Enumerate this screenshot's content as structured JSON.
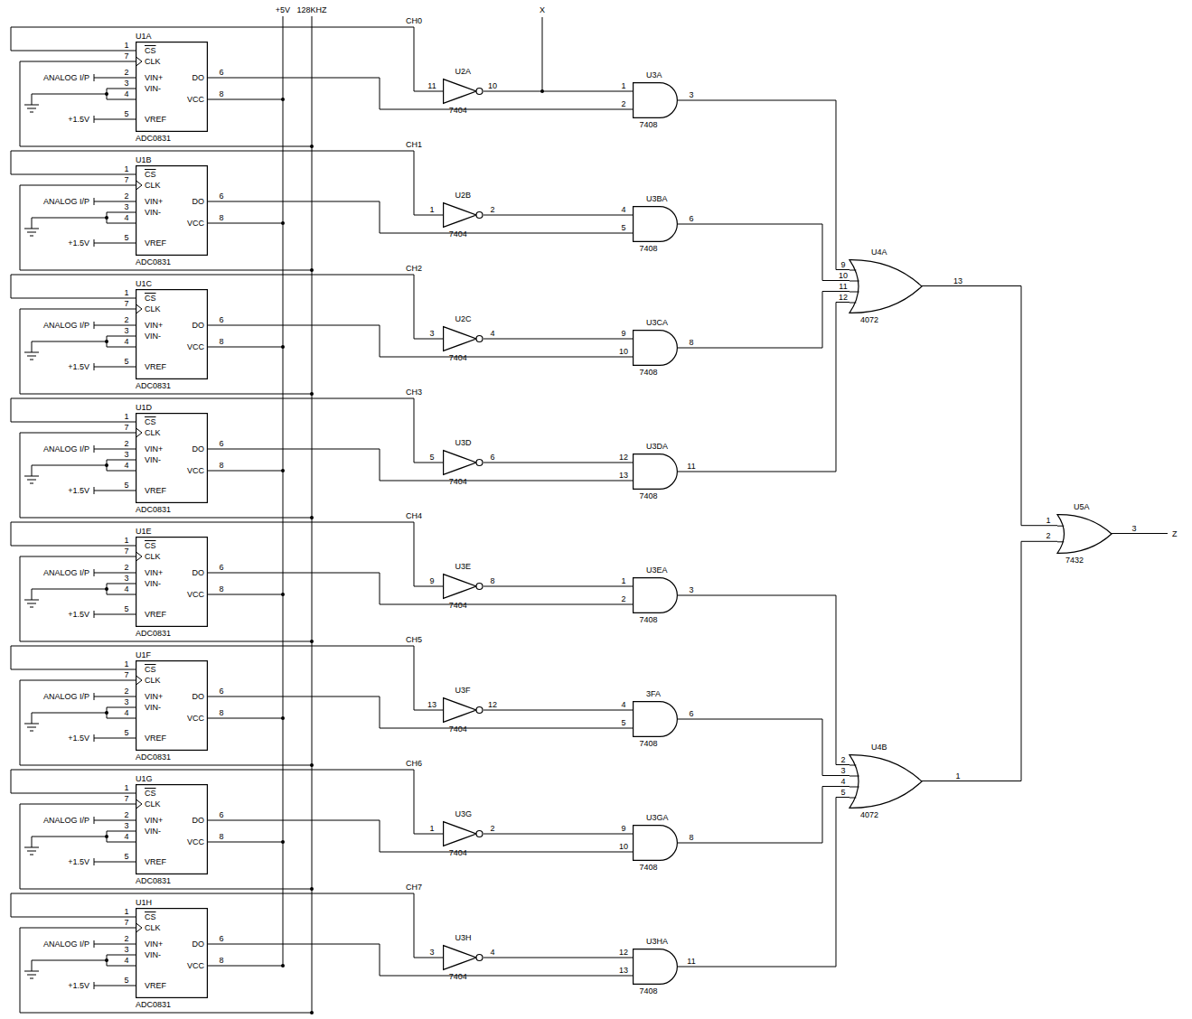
{
  "diagram": {
    "nodes": [
      {
        "text": [
          "U1A",
          "CS",
          "CLK",
          "VIN+",
          "VIN-",
          "VREF",
          "DO",
          "VCC",
          "ADC0831"
        ]
      },
      {
        "text": [
          "U2A",
          "7404"
        ]
      },
      {
        "text": [
          "U3A",
          "7408"
        ]
      },
      {
        "text": [
          "U1B",
          "CS",
          "CLK",
          "VIN+",
          "VIN-",
          "VREF",
          "DO",
          "VCC",
          "ADC0831"
        ]
      },
      {
        "text": [
          "U2B",
          "7404"
        ]
      },
      {
        "text": [
          "U3BA",
          "7408"
        ]
      },
      {
        "text": [
          "U1C",
          "CS",
          "CLK",
          "VIN+",
          "VIN-",
          "VREF",
          "DO",
          "VCC",
          "ADC0831"
        ]
      },
      {
        "text": [
          "U2C",
          "7404"
        ]
      },
      {
        "text": [
          "U3CA",
          "7408"
        ]
      },
      {
        "text": [
          "U1D",
          "CS",
          "CLK",
          "VIN+",
          "VIN-",
          "VREF",
          "DO",
          "VCC",
          "ADC0831"
        ]
      },
      {
        "text": [
          "U3D",
          "7404"
        ]
      },
      {
        "text": [
          "U3DA",
          "7408"
        ]
      },
      {
        "text": [
          "U1E",
          "CS",
          "CLK",
          "VIN+",
          "VIN-",
          "VREF",
          "DO",
          "VCC",
          "ADC0831"
        ]
      },
      {
        "text": [
          "U3E",
          "7404"
        ]
      },
      {
        "text": [
          "U3EA",
          "7408"
        ]
      },
      {
        "text": [
          "U1F",
          "CS",
          "CLK",
          "VIN+",
          "VIN-",
          "VREF",
          "DO",
          "VCC",
          "ADC0831"
        ]
      },
      {
        "text": [
          "U3F",
          "7404"
        ]
      },
      {
        "text": [
          "3FA",
          "7408"
        ]
      },
      {
        "text": [
          "U1G",
          "CS",
          "CLK",
          "VIN+",
          "VIN-",
          "VREF",
          "DO",
          "VCC",
          "ADC0831"
        ]
      },
      {
        "text": [
          "U3G",
          "7404"
        ]
      },
      {
        "text": [
          "U3GA",
          "7408"
        ]
      },
      {
        "text": [
          "U1H",
          "CS",
          "CLK",
          "VIN+",
          "VIN-",
          "VREF",
          "DO",
          "VCC",
          "ADC0831"
        ]
      },
      {
        "text": [
          "U3H",
          "7404"
        ]
      },
      {
        "text": [
          "U3HA",
          "7408"
        ]
      },
      {
        "text": [
          "U4A",
          "4072"
        ]
      },
      {
        "text": [
          "U4B",
          "4072"
        ]
      },
      {
        "text": [
          "U5A",
          "7432"
        ]
      }
    ],
    "edges": [
      {
        "from": 0,
        "to": 2,
        "arrow": "none"
      },
      {
        "from": 1,
        "to": 2,
        "arrow": "none"
      },
      {
        "from": 3,
        "to": 5,
        "arrow": "none"
      },
      {
        "from": 4,
        "to": 5,
        "arrow": "none"
      },
      {
        "from": 6,
        "to": 8,
        "arrow": "none"
      },
      {
        "from": 7,
        "to": 8,
        "arrow": "none"
      },
      {
        "from": 9,
        "to": 11,
        "arrow": "none"
      },
      {
        "from": 10,
        "to": 11,
        "arrow": "none"
      },
      {
        "from": 12,
        "to": 14,
        "arrow": "none"
      },
      {
        "from": 13,
        "to": 14,
        "arrow": "none"
      },
      {
        "from": 15,
        "to": 17,
        "arrow": "none"
      },
      {
        "from": 16,
        "to": 17,
        "arrow": "none"
      },
      {
        "from": 18,
        "to": 20,
        "arrow": "none"
      },
      {
        "from": 19,
        "to": 20,
        "arrow": "none"
      },
      {
        "from": 21,
        "to": 23,
        "arrow": "none"
      },
      {
        "from": 22,
        "to": 23,
        "arrow": "none"
      },
      {
        "from": 2,
        "to": 24,
        "arrow": "none"
      },
      {
        "from": 5,
        "to": 24,
        "arrow": "none"
      },
      {
        "from": 8,
        "to": 24,
        "arrow": "none"
      },
      {
        "from": 11,
        "to": 24,
        "arrow": "none"
      },
      {
        "from": 14,
        "to": 25,
        "arrow": "none"
      },
      {
        "from": 17,
        "to": 25,
        "arrow": "none"
      },
      {
        "from": 20,
        "to": 25,
        "arrow": "none"
      },
      {
        "from": 23,
        "to": 25,
        "arrow": "none"
      },
      {
        "from": 24,
        "to": 26,
        "arrow": "none"
      },
      {
        "from": 25,
        "to": 26,
        "arrow": "none"
      }
    ],
    "labels": [
      "+5V",
      "128KHZ",
      "X",
      "Z",
      "ANALOG I/P",
      "+1.5V",
      "1",
      "7",
      "2",
      "3",
      "4",
      "5",
      "6",
      "8",
      "CH0",
      "11",
      "10",
      "1",
      "2",
      "3",
      "ANALOG I/P",
      "+1.5V",
      "1",
      "7",
      "2",
      "3",
      "4",
      "5",
      "6",
      "8",
      "CH1",
      "1",
      "2",
      "4",
      "5",
      "6",
      "ANALOG I/P",
      "+1.5V",
      "1",
      "7",
      "2",
      "3",
      "4",
      "5",
      "6",
      "8",
      "CH2",
      "3",
      "4",
      "9",
      "10",
      "8",
      "ANALOG I/P",
      "+1.5V",
      "1",
      "7",
      "2",
      "3",
      "4",
      "5",
      "6",
      "8",
      "CH3",
      "5",
      "6",
      "12",
      "13",
      "11",
      "ANALOG I/P",
      "+1.5V",
      "1",
      "7",
      "2",
      "3",
      "4",
      "5",
      "6",
      "8",
      "CH4",
      "9",
      "8",
      "1",
      "2",
      "3",
      "ANALOG I/P",
      "+1.5V",
      "1",
      "7",
      "2",
      "3",
      "4",
      "5",
      "6",
      "8",
      "CH5",
      "13",
      "12",
      "4",
      "5",
      "6",
      "ANALOG I/P",
      "+1.5V",
      "1",
      "7",
      "2",
      "3",
      "4",
      "5",
      "6",
      "8",
      "CH6",
      "1",
      "2",
      "9",
      "10",
      "8",
      "ANALOG I/P",
      "+1.5V",
      "1",
      "7",
      "2",
      "3",
      "4",
      "5",
      "6",
      "8",
      "CH7",
      "3",
      "4",
      "12",
      "13",
      "11",
      "9",
      "10",
      "11",
      "12",
      "13",
      "2",
      "3",
      "4",
      "5",
      "1",
      "1",
      "2",
      "3"
    ]
  }
}
